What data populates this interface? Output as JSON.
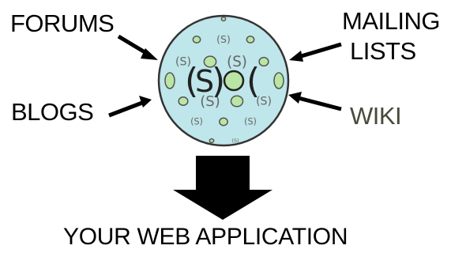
{
  "labels": {
    "forums": "FORUMS",
    "mailing": "MAILING",
    "lists": "LISTS",
    "blogs": "BLOGS",
    "wiki": "WIKI",
    "app": "YOUR WEB APPLICATION"
  },
  "logo": {
    "text_center": "S",
    "text_small": "S"
  },
  "colors": {
    "text": "#000000",
    "wiki_text": "#4a4a3a",
    "sphere_fill": "#bfe6ea",
    "sphere_stroke": "#333333",
    "dot_fill": "#b9e6a4",
    "arrow": "#000000"
  }
}
